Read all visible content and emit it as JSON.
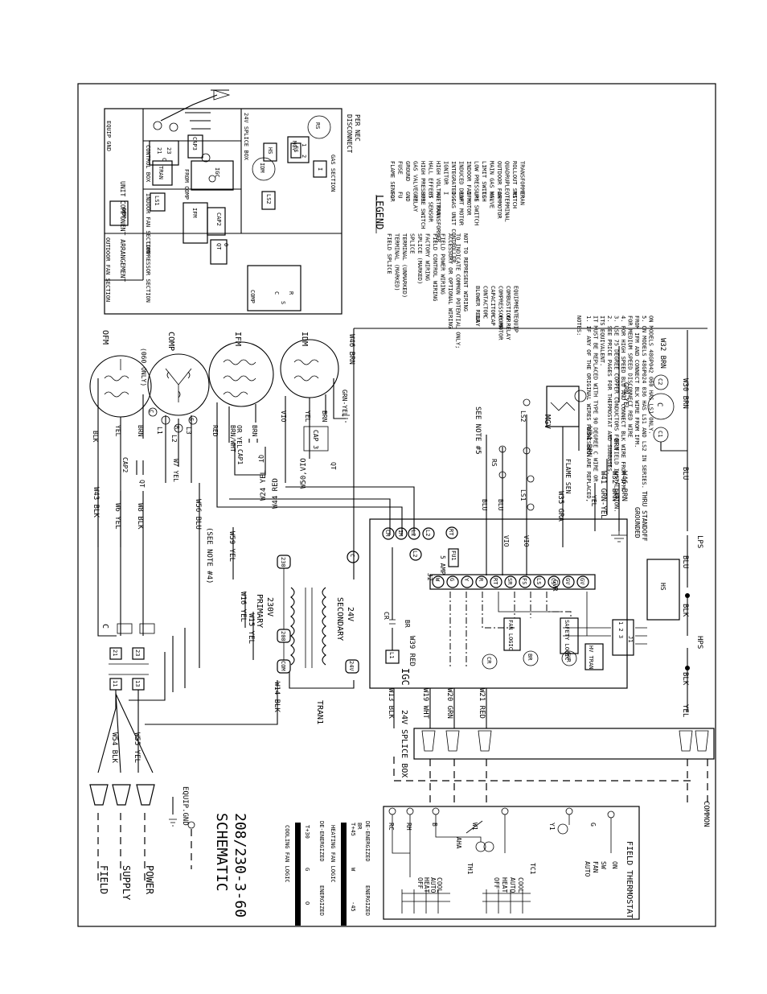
{
  "title": {
    "line1": "SCHEMATIC",
    "line2": "208/230-3-60"
  },
  "field_power": {
    "field": "FIELD",
    "supply": "SUPPLY",
    "power": "POWER",
    "equip_gnd": "EQUIP.GND"
  },
  "disconnect": {
    "line1": "DISCONNECT",
    "line2": "PER NEC"
  },
  "arrangement": {
    "title": "UNIT COMPONENT ARRANGEMENT",
    "outdoor_fan_section": "OUTDOOR FAN SECTION",
    "compressor_section": "COMPRESSOR SECTION",
    "indoor_fan_section": "INDOOR FAN SECTION",
    "control_box": "CONTROL BOX",
    "from_comp": "FROM COMP",
    "splice_box_24v": "24V SPLICE BOX",
    "gas_section": "GAS SECTION",
    "equip_gnd": "EQUIP GND",
    "parts": [
      "OFM",
      "COMP",
      "C",
      "S",
      "R",
      "CAP 1",
      "IFM",
      "CAP2",
      "QT",
      "O",
      "LS1",
      "TRAN",
      "21",
      "23",
      "C",
      "CAP3",
      "IGC",
      "LS2",
      "IDM",
      "HS",
      "MGV",
      "1",
      "2",
      "FS",
      "RS",
      "I"
    ]
  },
  "legend": {
    "title": "LEGEND",
    "symbols": [
      "FIELD SPLICE",
      "TERMINAL (MARKED)",
      "TERMINAL (UNMARKED)",
      "SPLICE",
      "SPLICE (MARKED)",
      "FACTORY WIRING",
      "FIELD CONTROL WIRING",
      "FIELD POWER WIRING",
      "ACCESSORY OR OPTIONAL WIRING",
      "TO INDICATE COMMON POTENTIAL ONLY;",
      "NOT TO REPRESENT WIRING"
    ],
    "abbr_col1": [
      [
        "BR",
        "BLOWER RELAY"
      ],
      [
        "C",
        "CONTACTOR"
      ],
      [
        "CAP",
        "CAPACITOR"
      ],
      [
        "COMP",
        "COMPRESSOR MOTOR"
      ],
      [
        "CR",
        "COMBUSTION RELAY"
      ],
      [
        "EQUIP",
        "EQUIPMENT"
      ]
    ],
    "abbr_col2": [
      [
        "FL",
        "FLAME SENSOR"
      ],
      [
        "FU",
        "FUSE"
      ],
      [
        "GND",
        "GROUND"
      ],
      [
        "GVR",
        "GAS VALVE RELAY"
      ],
      [
        "HPS",
        "HIGH PRESSURE SWITCH"
      ],
      [
        "HS",
        "HALL EFFECT SENSOR"
      ],
      [
        "HV TRAN",
        "HIGH VOLTAGE TRANSFORMER"
      ],
      [
        "I",
        "IGNITOR"
      ],
      [
        "IGC",
        "INTEGRATED GAS UNIT CONTROLLER"
      ],
      [
        "IDM",
        "INDUCED DRAFT MOTOR"
      ],
      [
        "IFM",
        "INDOOR FAN MOTOR"
      ],
      [
        "LPS",
        "LOW PRESSURE SWITCH"
      ],
      [
        "LS",
        "LIMIT SWITCH"
      ],
      [
        "MGV",
        "MAIN GAS VALVE"
      ],
      [
        "OFM",
        "OUTDOOR FAN MOTOR"
      ],
      [
        "QT",
        "QUADRUPLE TERMINAL"
      ],
      [
        "RS",
        "ROLLOUT SWITCH"
      ],
      [
        "TRAN",
        "TRANSFORMER"
      ]
    ]
  },
  "notes": {
    "title": "NOTES:",
    "items": [
      "1. IF ANY OF THE ORIGINAL WIRES FURNISHED ARE REPLACED,",
      "IT MUST BE REPLACED WITH TYPE 90 DEGREE C WIRE OR",
      "ITS EQUIVALENT.",
      "2. SEE PRICE PAGES FOR THERMOSTAT AND SUBBASES.",
      "3. USE 75 DEGREE COPPER CONDUCTORS FOR FIELD INSTALLATION.",
      "4. FOR HIGH SPEED BLU AND CONNECT BLK WIRE FROM IFM.",
      "FOR MEDIUM SPEED DISCONNECT RED WIRE",
      "FROM IFM AND CONNECT BLK WIRE FROM IFM.",
      "5. ON MODELS 48GP024 036 HAS LS1 AND LS2 IN SERIES.",
      "ON MODELS 48GP042 060 HAS LS1 ONLY."
    ]
  },
  "wires": {
    "w43": "W43 BLK",
    "w6": "W6 YEL",
    "w8": "W8 BLK",
    "w56": "W56 BLU",
    "w54": "W54 BLK",
    "w55": "W55 YEL",
    "w59": "W59 YEL",
    "w16": "W16 YEL",
    "w15": "W15 YEL",
    "w14": "W14 BLK",
    "w7": "W7 YEL",
    "w44": "W44 RED",
    "w24": "W24 YEL",
    "w50": "W50,VIO",
    "w46": "W46 BRN",
    "w39": "W39 RED",
    "w13": "W13 BLK",
    "w19": "W19 WHT",
    "w20": "W20 GRN",
    "w21": "W21 RED",
    "w35": "W35 GRA",
    "w41": "W41 GRN-YEL",
    "w32a": "W32 BRN",
    "w46b": "W46 BRN",
    "w34": "W34 BRN",
    "w32b": "W32 BRN",
    "w30": "W30 BRN"
  },
  "components": {
    "ofm": "OFM",
    "comp": "COMP",
    "ifm": "IFM",
    "idm": "IDM",
    "only060": "(060 ONLY)",
    "blk": "BLK",
    "yel": "YEL",
    "brn": "BRN",
    "red": "RED",
    "brn_wht": "BRN/WHT",
    "or_yel": "OR YEL",
    "vio": "VIO",
    "grn_yel": "GRN-YEL",
    "cap2": "CAP2",
    "cap1": "CAP1",
    "cap3": "CAP 3",
    "qt": "QT",
    "l1": "L1",
    "l2": "L2",
    "l3": "L3",
    "c": "C",
    "s": "S",
    "c_label": "C",
    "see_note4": "(SEE NOTE #4)",
    "primary": "PRIMARY",
    "v230": "230V",
    "secondary": "SECONDARY",
    "v24": "24V",
    "tran1": "TRAN1",
    "t230": "230",
    "t200": "200",
    "tcom": "COM",
    "t24v": "24V",
    "tc": "C",
    "cr": "CR",
    "br": "BR",
    "igc": "IGC",
    "l1t": "L1",
    "j2": "J2",
    "fu1": "FU1",
    "amp5": "5 AMP",
    "rt": "RT",
    "gvr": "GVR",
    "fan_logic": "FAN LOGIC",
    "safety_logic": "SAFETY LOGIC",
    "hv_tran": "HV TRAN",
    "j1": "J1",
    "j1pins": "1 2 3",
    "hs": "HS",
    "ls1": "LS1",
    "ls2": "LS2",
    "mgv": "MGV",
    "rs": "RS",
    "blu": "BLU",
    "see_note5": "SEE NOTE #5",
    "flame_sen": "FLAME SEN",
    "grounded": "GROUNDED",
    "thru_standoff": "THRU STANDOFF",
    "lps": "LPS",
    "hps": "HPS",
    "c1": "C1",
    "c2": "C2",
    "cc": "C",
    "cm": "CM",
    "im": "IM",
    "l2t": "L2",
    "splice24": "24V SPLICE BOX",
    "common": "COMMON",
    "pin21": "21",
    "pin23": "23",
    "pin11": "11",
    "pin13": "13",
    "w": "W",
    "g": "G",
    "y": "Y",
    "r": "R",
    "rt2": "RT",
    "sr": "SR",
    "fs": "FS",
    "ls": "LS",
    "cs": "CS",
    "gv": "GV"
  },
  "thermostat": {
    "title": "FIELD THERMOSTAT",
    "rc": "RC",
    "rh": "RH",
    "b": "B",
    "w1": "W1",
    "y1": "Y1",
    "g": "G",
    "aha": "AHA",
    "th1": "TH1",
    "tc1": "TC1",
    "off": "OFF",
    "heat": "HEAT",
    "auto": "AUTO",
    "cool": "COOL",
    "fan": "FAN",
    "sw": "SW",
    "on": "ON"
  },
  "timing": {
    "cooling": "COOLING FAN LOGIC",
    "heating": "HEATING FAN LOGIC",
    "energized": "ENERGIZED",
    "deenergized": "DE-ENERGIZED",
    "g": "G",
    "o": "O",
    "t30": "T+30",
    "w": "W",
    "br": "BR",
    "t45": "T+45",
    "n45": "-45"
  }
}
